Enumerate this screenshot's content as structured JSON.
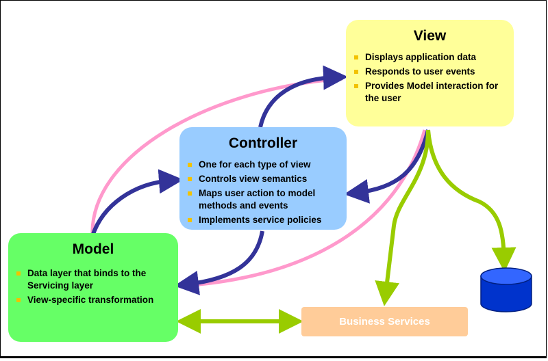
{
  "view": {
    "title": "View",
    "items": [
      "Displays application data",
      "Responds to user events",
      "Provides Model interaction for the user"
    ]
  },
  "controller": {
    "title": "Controller",
    "items": [
      "One for each type of view",
      "Controls view semantics",
      "Maps user action to model methods and events",
      "Implements service policies"
    ]
  },
  "model": {
    "title": "Model",
    "items": [
      "Data layer that binds to the Servicing layer",
      "View-specific transformation"
    ]
  },
  "business_services": {
    "label": "Business Services"
  },
  "colors": {
    "view": "#ffff99",
    "controller": "#99ccff",
    "model": "#66ff66",
    "business_services": "#ffcc99",
    "arrow_dark": "#333399",
    "arrow_pink": "#ff99cc",
    "arrow_green": "#99cc00",
    "database": "#0033cc",
    "bullet": "#f2c200"
  },
  "icons": {
    "database": "database-cylinder-icon"
  }
}
